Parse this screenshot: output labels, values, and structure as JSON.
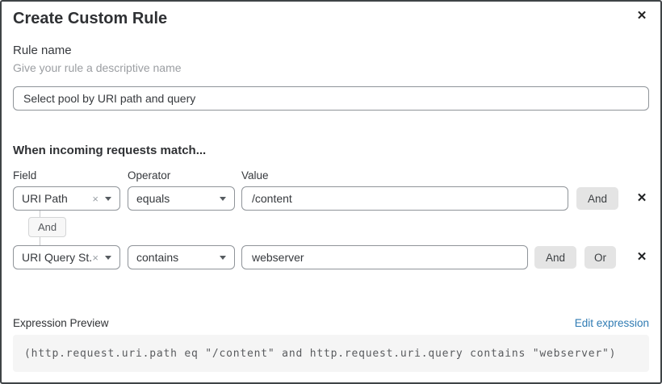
{
  "dialog": {
    "title": "Create Custom Rule",
    "close_icon": "✕"
  },
  "rule_name": {
    "label": "Rule name",
    "helper": "Give your rule a descriptive name",
    "value": "Select pool by URI path and query"
  },
  "builder": {
    "heading": "When incoming requests match...",
    "columns": {
      "field": "Field",
      "operator": "Operator",
      "value": "Value"
    },
    "connector": "And",
    "rows": [
      {
        "field": "URI Path",
        "clear_icon": "×",
        "operator": "equals",
        "value": "/content",
        "buttons": [
          "And"
        ],
        "remove_icon": "✕"
      },
      {
        "field": "URI Query St...",
        "clear_icon": "×",
        "operator": "contains",
        "value": "webserver",
        "buttons": [
          "And",
          "Or"
        ],
        "remove_icon": "✕"
      }
    ]
  },
  "expression": {
    "label": "Expression Preview",
    "edit_link": "Edit expression",
    "code": "(http.request.uri.path eq \"/content\" and http.request.uri.query contains \"webserver\")"
  },
  "colors": {
    "link_blue": "#2f7bb3",
    "button_gray": "#e4e4e4",
    "code_bg": "#f5f5f5",
    "border_gray": "#8f9499"
  }
}
